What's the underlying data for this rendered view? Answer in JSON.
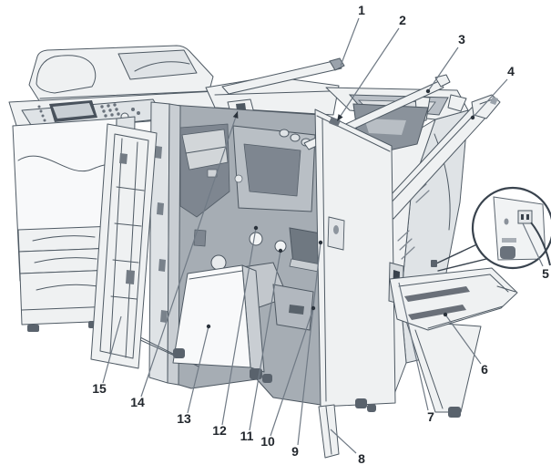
{
  "diagram": {
    "figure_type": "numbered-parts-diagram",
    "subject": "multifunction-printer-with-finisher-open-doors",
    "colors": {
      "outline": "#4f5a64",
      "fill_light": "#eff1f2",
      "fill_dark": "#a6adb4",
      "leader_line": "#707a85",
      "marker": "#2a323b",
      "label_text": "#22272d",
      "background": "#ffffff"
    },
    "callouts": [
      {
        "n": "1",
        "label": [
          397,
          16
        ],
        "line": [
          394,
          20,
          374,
          72
        ],
        "marker": "none"
      },
      {
        "n": "2",
        "label": [
          442,
          27
        ],
        "line": [
          438,
          31,
          370,
          133
        ],
        "marker": "arrow"
      },
      {
        "n": "3",
        "label": [
          507,
          48
        ],
        "line": [
          503,
          52,
          470,
          100
        ],
        "marker": "dot"
      },
      {
        "n": "4",
        "label": [
          561,
          83
        ],
        "line": [
          557,
          87,
          519,
          129
        ],
        "marker": "dot"
      },
      {
        "n": "5",
        "label": [
          599,
          305
        ],
        "line": [
          596,
          292,
          574,
          245
        ],
        "marker": "none"
      },
      {
        "n": "6",
        "label": [
          532,
          410
        ],
        "line": [
          528,
          399,
          489,
          345
        ],
        "marker": "dot"
      },
      {
        "n": "7",
        "label": [
          473,
          462
        ],
        "line": [
          470,
          450,
          438,
          310
        ],
        "marker": "none"
      },
      {
        "n": "8",
        "label": [
          397,
          508
        ],
        "line": [
          391,
          497,
          363,
          471
        ],
        "marker": "none"
      },
      {
        "n": "9",
        "label": [
          324,
          500
        ],
        "line": [
          327,
          488,
          352,
          266
        ],
        "marker": "dot"
      },
      {
        "n": "10",
        "label": [
          294,
          489
        ],
        "line": [
          297,
          478,
          344,
          338
        ],
        "marker": "dot"
      },
      {
        "n": "11",
        "label": [
          271,
          483
        ],
        "line": [
          274,
          472,
          308,
          275
        ],
        "marker": "dot"
      },
      {
        "n": "12",
        "label": [
          241,
          477
        ],
        "line": [
          244,
          466,
          281,
          250
        ],
        "marker": "dot"
      },
      {
        "n": "13",
        "label": [
          202,
          464
        ],
        "line": [
          206,
          453,
          229,
          358
        ],
        "marker": "dot"
      },
      {
        "n": "14",
        "label": [
          151,
          446
        ],
        "line": [
          155,
          435,
          261,
          122
        ],
        "marker": "arrow"
      },
      {
        "n": "15",
        "label": [
          109,
          431
        ],
        "line": [
          113,
          420,
          133,
          347
        ],
        "marker": "none"
      }
    ]
  }
}
